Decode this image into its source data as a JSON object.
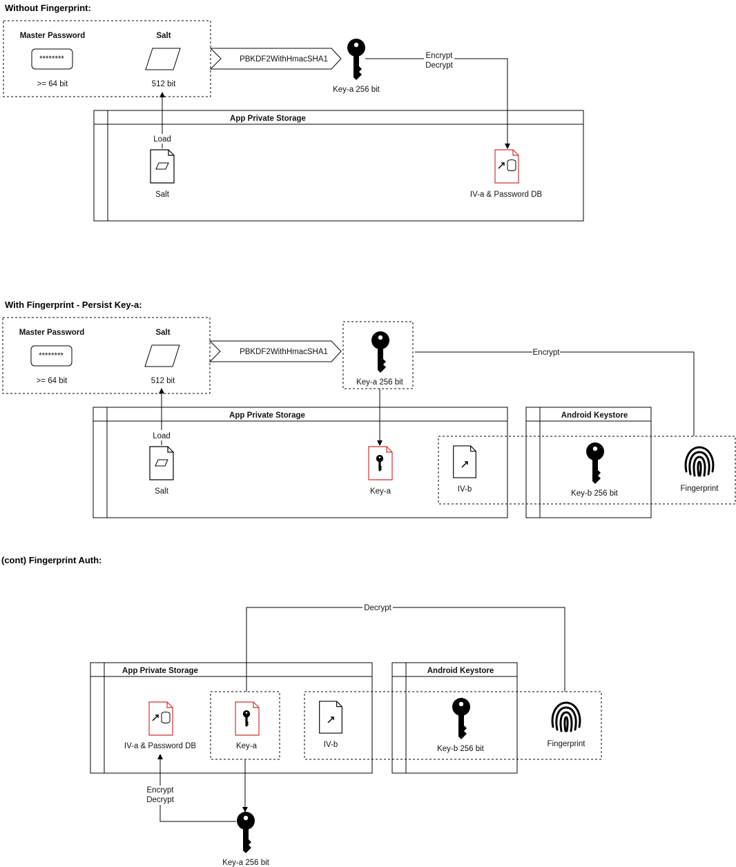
{
  "colors": {
    "accent_red": "#d32f2f",
    "line": "#000000"
  },
  "icons": [
    "key-icon",
    "file-icon",
    "database-file-icon",
    "fingerprint-icon",
    "password-field-icon",
    "salt-parallelogram-icon"
  ],
  "section1": {
    "heading": "Without Fingerprint:",
    "master_password_title": "Master Password",
    "password_mask": "********",
    "password_bits": ">= 64 bit",
    "salt_title": "Salt",
    "salt_bits": "512 bit",
    "kdf_label": "PBKDF2WithHmacSHA1",
    "key_label": "Key-a 256 bit",
    "encrypt_label": "Encrypt",
    "decrypt_label": "Decrypt",
    "storage_title": "App Private Storage",
    "load_label": "Load",
    "salt_file_label": "Salt",
    "db_label": "IV-a & Password DB"
  },
  "section2": {
    "heading": "With Fingerprint - Persist Key-a:",
    "master_password_title": "Master Password",
    "password_mask": "********",
    "password_bits": ">= 64 bit",
    "salt_title": "Salt",
    "salt_bits": "512 bit",
    "kdf_label": "PBKDF2WithHmacSHA1",
    "key_label": "Key-a 256 bit",
    "encrypt_label": "Encrypt",
    "storage_title": "App Private Storage",
    "load_label": "Load",
    "salt_file_label": "Salt",
    "key_file_label": "Key-a",
    "ivb_label": "IV-b",
    "keystore_title": "Android Keystore",
    "keyb_label": "Key-b 256 bit",
    "fingerprint_label": "Fingerprint"
  },
  "section3": {
    "heading": "(cont) Fingerprint Auth:",
    "decrypt_label": "Decrypt",
    "storage_title": "App Private Storage",
    "db_label": "IV-a & Password DB",
    "key_file_label": "Key-a",
    "ivb_label": "IV-b",
    "keystore_title": "Android Keystore",
    "keyb_label": "Key-b 256 bit",
    "fingerprint_label": "Fingerprint",
    "encrypt_label": "Encrypt",
    "decrypt_label2": "Decrypt",
    "key_label": "Key-a 256 bit"
  }
}
